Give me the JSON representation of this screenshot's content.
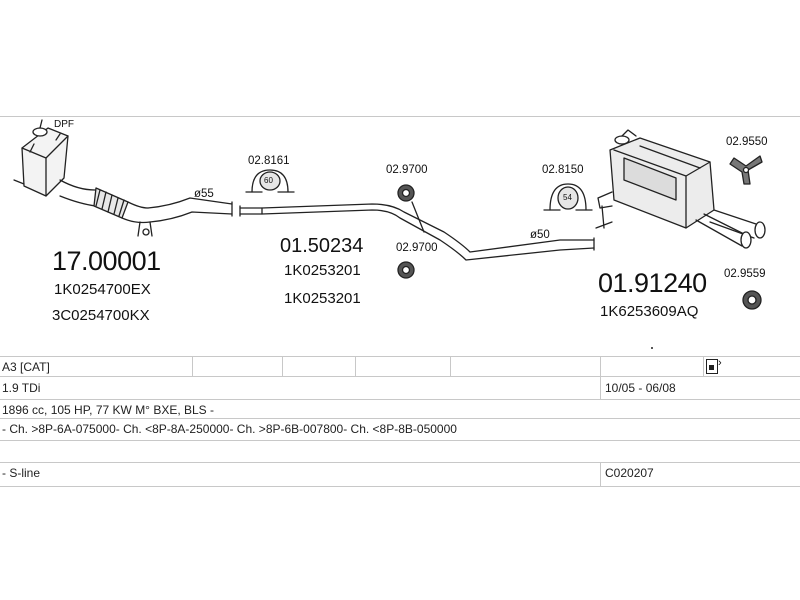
{
  "parts": {
    "dpf_label": "DPF",
    "pipe1_diameter": "ø55",
    "pipe2_diameter": "ø50",
    "clamp1_size": "60",
    "clamp2_size": "54",
    "part1": {
      "number": "17.00001",
      "oe1": "1K0254700EX",
      "oe2": "3C0254700KX"
    },
    "part2": {
      "number": "01.50234",
      "oe1": "1K0253201",
      "oe2": "1K0253201"
    },
    "part3": {
      "number": "01.91240",
      "oe1": "1K6253609AQ"
    },
    "acc1": "02.8161",
    "acc2": "02.9700",
    "acc3": "02.9700",
    "acc4": "02.8150",
    "acc5": "02.9550",
    "acc6": "02.9559"
  },
  "vehicle": {
    "model": "A3  [CAT]",
    "engine": "1.9 TDi",
    "date_range": "10/05 - 06/08",
    "specs": "1896 cc, 105 HP, 77 KW M° BXE, BLS -",
    "chassis": "- Ch. >8P-6A-075000- Ch. <8P-8A-250000- Ch. >8P-6B-007800- Ch. <8P-8B-050000",
    "trim": "- S-line",
    "code": "C020207"
  },
  "colors": {
    "line": "#222222",
    "grid": "#c8c8c8"
  }
}
